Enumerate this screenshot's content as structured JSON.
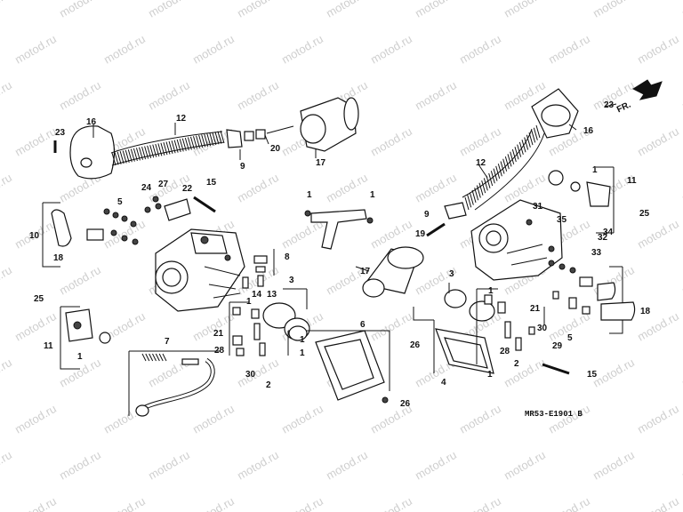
{
  "diagram": {
    "watermark": "motod.ru",
    "diagram_code": "MR53-E1901 B",
    "front_marker": "FR.",
    "callouts": [
      "1",
      "2",
      "3",
      "4",
      "5",
      "6",
      "7",
      "8",
      "9",
      "10",
      "11",
      "12",
      "13",
      "14",
      "15",
      "16",
      "17",
      "18",
      "19",
      "20",
      "21",
      "22",
      "23",
      "24",
      "25",
      "26",
      "27",
      "28",
      "29",
      "30",
      "31",
      "32",
      "33",
      "34",
      "35"
    ]
  }
}
